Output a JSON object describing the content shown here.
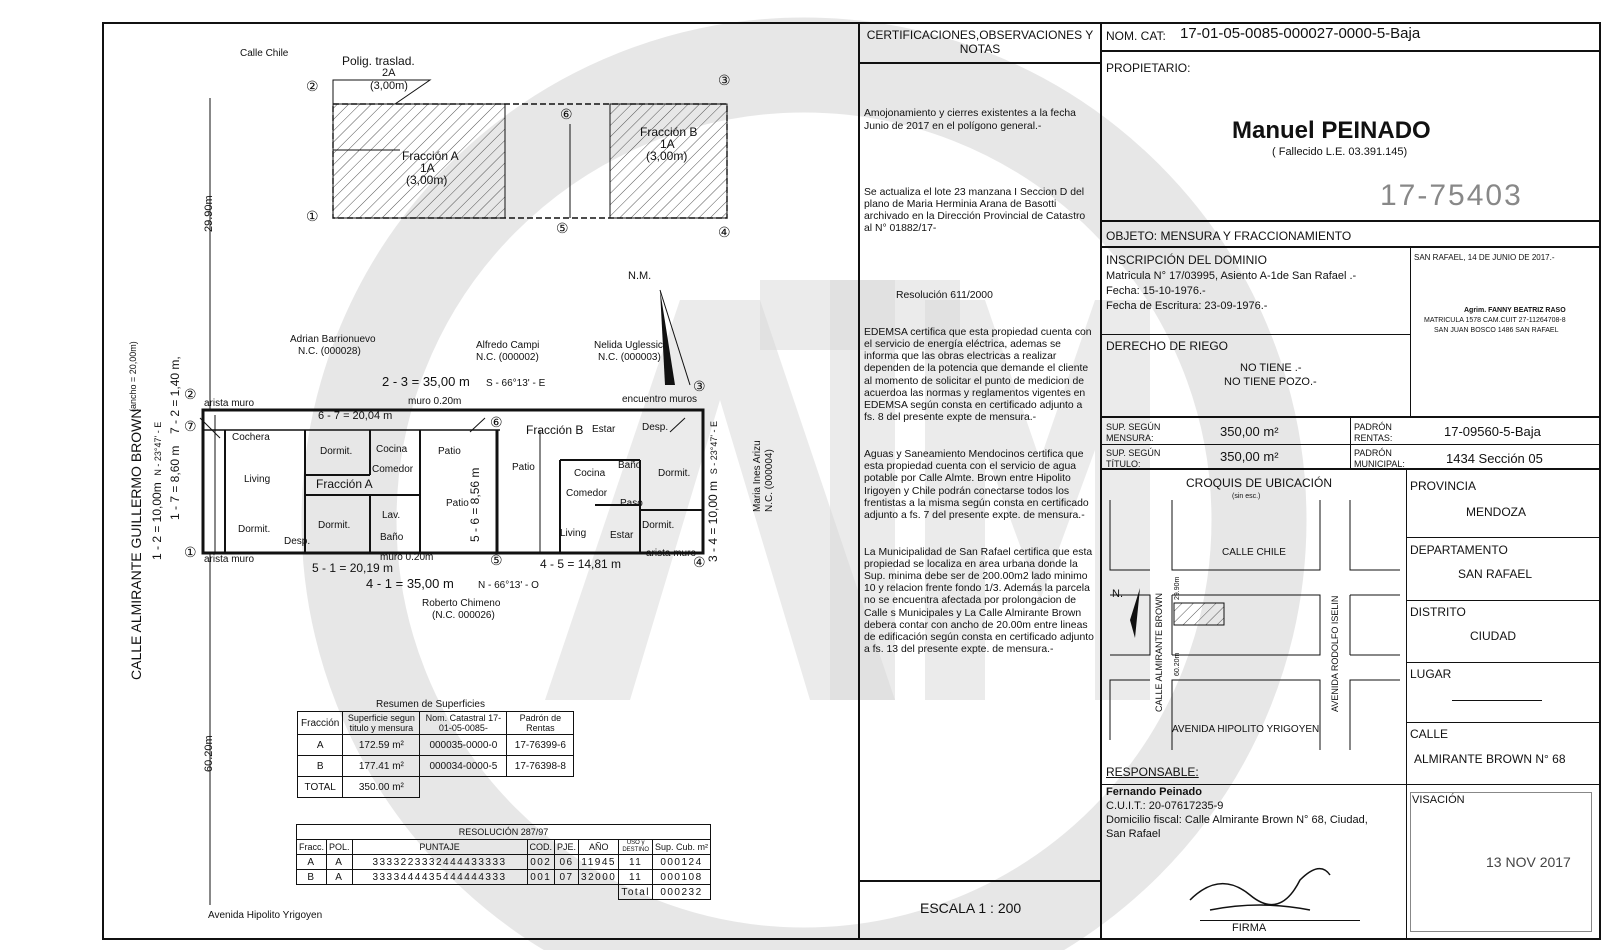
{
  "sheet": {
    "cert_header": "CERTIFICACIONES,OBSERVACIONES Y NOTAS",
    "notes": [
      "Amojonamiento y cierres existentes a la fecha Junio de 2017 en el polígono general.-",
      "Se actualiza el lote 23 manzana I Seccion D del plano de Maria Herminia Arana de Basotti archivado en la Dirección Provincial de Catastro al N° 01882/17-",
      "Resolución 611/2000",
      "EDEMSA certifica que esta propiedad cuenta con el servicio de energía eléctrica, ademas se informa que las obras electricas a realizar dependen de la potencia que demande el cliente al momento de solicitar el punto de medicion de acuerdoa las normas y reglamentos vigentes en EDEMSA según consta en certificado adjunto a fs. 8 del presente expte de mensura.-",
      "Aguas y Saneamiento Mendocinos certifica que esta propiedad cuenta con el servicio de agua potable por Calle Almte. Brown entre Hipolito Irigoyen y Chile podrán conectarse todos los frentistas a la misma según consta en certificado adjunto a fs. 7 del presente expte. de mensura.-",
      "La Municipalidad de San Rafael certifica que esta propiedad se localiza en area urbana donde la Sup. minima debe ser de 200.00m2 lado minimo 10 y relacion frente fondo 1/3. Además la parcela no se encuentra afectada por prolongacion de Calle s Municipales y La Calle Almirante Brown debera contar con ancho de 20.00m entre lineas de edificación según consta en certificado adjunto a fs. 13 del presente expte. de mensura.-"
    ],
    "escala": "ESCALA 1 : 200",
    "nom_cat_label": "NOM. CAT:",
    "nom_cat": "17-01-05-0085-000027-0000-5-Baja",
    "propietario_label": "PROPIETARIO:",
    "owner": "Manuel PEINADO",
    "owner_note": "( Fallecido L.E. 03.391.145)",
    "stamp_number": "17-75403",
    "objeto": "OBJETO: MENSURA Y FRACCIONAMIENTO",
    "inscripcion_title": "INSCRIPCIÓN DEL DOMINIO",
    "inscripcion_lines": [
      "Matricula N° 17/03995, Asiento A-1de San Rafael .-",
      "Fecha: 15-10-1976.-",
      "Fecha de Escritura: 23-09-1976.-"
    ],
    "surveyor_date": "SAN RAFAEL, 14 DE JUNIO DE 2017.-",
    "surveyor_lines": [
      "Agrim. FANNY BEATRIZ RASO",
      "MATRICULA 1578 CAM.CUIT 27-11264708-8",
      "SAN JUAN BOSCO 1486 SAN RAFAEL"
    ],
    "riego_title": "DERECHO DE RIEGO",
    "riego_lines": [
      "NO TIENE .-",
      "NO TIENE POZO.-"
    ],
    "sup_mensura_label": [
      "SUP. SEGÚN",
      "MENSURA:"
    ],
    "sup_mensura": "350,00 m²",
    "padron_rentas_label": [
      "PADRÓN",
      "RENTAS:"
    ],
    "padron_rentas": "17-09560-5-Baja",
    "sup_titulo_label": [
      "SUP. SEGÚN",
      "TÍTULO:"
    ],
    "sup_titulo": "350,00 m²",
    "padron_mun_label": [
      "PADRÓN",
      "MUNICIPAL:"
    ],
    "padron_mun": "1434 Sección 05",
    "croquis_title": "CROQUIS DE UBICACIÓN",
    "croquis_sub": "(sin esc.)",
    "croquis_streets": {
      "chile": "CALLE CHILE",
      "brown": "CALLE ALMIRANTE BROWN",
      "iselin": "AVENIDA RODOLFO ISELIN",
      "yrigoyen": "AVENIDA HIPOLITO YRIGOYEN",
      "n": "N.",
      "d1": "29.90m",
      "d2": "60.20m"
    },
    "provincia_label": "PROVINCIA",
    "provincia": "MENDOZA",
    "departamento_label": "DEPARTAMENTO",
    "departamento": "SAN RAFAEL",
    "distrito_label": "DISTRITO",
    "distrito": "CIUDAD",
    "lugar_label": "LUGAR",
    "calle_label": "CALLE",
    "calle": "ALMIRANTE BROWN N° 68",
    "responsable_label": "RESPONSABLE:",
    "responsable_lines": [
      "Fernando Peinado",
      "C.U.I.T.:  20-07617235-9",
      "Domicilio fiscal: Calle Almirante Brown  N° 68, Ciudad,",
      "San Rafael"
    ],
    "firma": "FIRMA",
    "visacion_label": "VISACIÓN",
    "visacion_date": "13 NOV 2017"
  },
  "plan": {
    "calle_chile": "Calle Chile",
    "polig": "Polig. traslad.",
    "f2a": [
      "2A",
      "(3,00m)"
    ],
    "fa_top": [
      "Fracción A",
      "1A",
      "(3,00m)"
    ],
    "fb_top": [
      "Fracción B",
      "1A",
      "(3,00m)"
    ],
    "street_left": "CALLE ALMIRANTE GUILLERMO BROWN",
    "street_left_w": "(ancho = 20,00m)",
    "d_2990": "29.90m",
    "d_6020": "60.20m",
    "nm": "N.M.",
    "neighbors": [
      {
        "name": "Adrian Barrionuevo",
        "nc": "N.C. (000028)"
      },
      {
        "name": "Alfredo Campi",
        "nc": "N.C. (000002)"
      },
      {
        "name": "Nelida Uglessich",
        "nc": "N.C. (000003)"
      },
      {
        "name": "Roberto Chimeno",
        "nc": "(N.C. 000026)"
      },
      {
        "name": "Maria Ines Arizu",
        "nc": "N.C. (000004)"
      }
    ],
    "side_23": "2 - 3 = 35,00 m",
    "bearing_23": "S - 66°13' - E",
    "side_41": "4 - 1 = 35,00 m",
    "bearing_41": "N - 66°13' - O",
    "side_51": "5 - 1 = 20,19 m",
    "side_45": "4 - 5 = 14,81 m",
    "side_67": "6 - 7 = 20,04 m",
    "side_56": "5 - 6 = 8,56 m",
    "side_12": "1 - 2 = 10,00m",
    "bearing_12": "N - 23°47' - E",
    "side_17": "1 - 7 = 8,60 m",
    "side_72": "7 - 2 = 1,40 m,",
    "side_34": "3 - 4 = 10,00 m",
    "bearing_34": "S - 23°47' - E",
    "muro": "muro 0.20m",
    "arista": "arista muro",
    "encuentro": "encuentro muros",
    "rooms": [
      "Cochera",
      "Living",
      "Dormit.",
      "Cocina",
      "Comedor",
      "Patio",
      "Fracción A",
      "Lav.",
      "Baño",
      "Desp.",
      "Fracción B",
      "Estar",
      "Paso"
    ],
    "avenida": "Avenida Hipolito Yrigoyen",
    "resumen_title": "Resumen de Superficies",
    "resumen_header": [
      "Fracción",
      "Superficie segun titulo y mensura",
      "Nom. Catastral 17-01-05-0085-",
      "Padrón de Rentas"
    ],
    "resumen_rows": [
      [
        "A",
        "172.59 m²",
        "000035-0000-0",
        "17-76399-6"
      ],
      [
        "B",
        "177.41 m²",
        "000034-0000-5",
        "17-76398-8"
      ],
      [
        "TOTAL",
        "350.00 m²",
        "",
        ""
      ]
    ],
    "res_title": "RESOLUCIÓN 287/97",
    "res_header": [
      "Fracc.",
      "POL.",
      "PUNTAJE",
      "COD.",
      "PJE.",
      "AÑO",
      "USO y DESTINO",
      "Sup. Cub. m²"
    ],
    "res_rows": [
      [
        "A",
        "A",
        "3333223332444433333",
        "002",
        "06",
        "11945",
        "11",
        "000124"
      ],
      [
        "B",
        "A",
        "3333444435444444333",
        "001",
        "07",
        "32000",
        "11",
        "000108"
      ]
    ],
    "res_total_label": "Total",
    "res_total": "000232",
    "circled": [
      "1",
      "2",
      "3",
      "4",
      "5",
      "6",
      "7"
    ]
  }
}
